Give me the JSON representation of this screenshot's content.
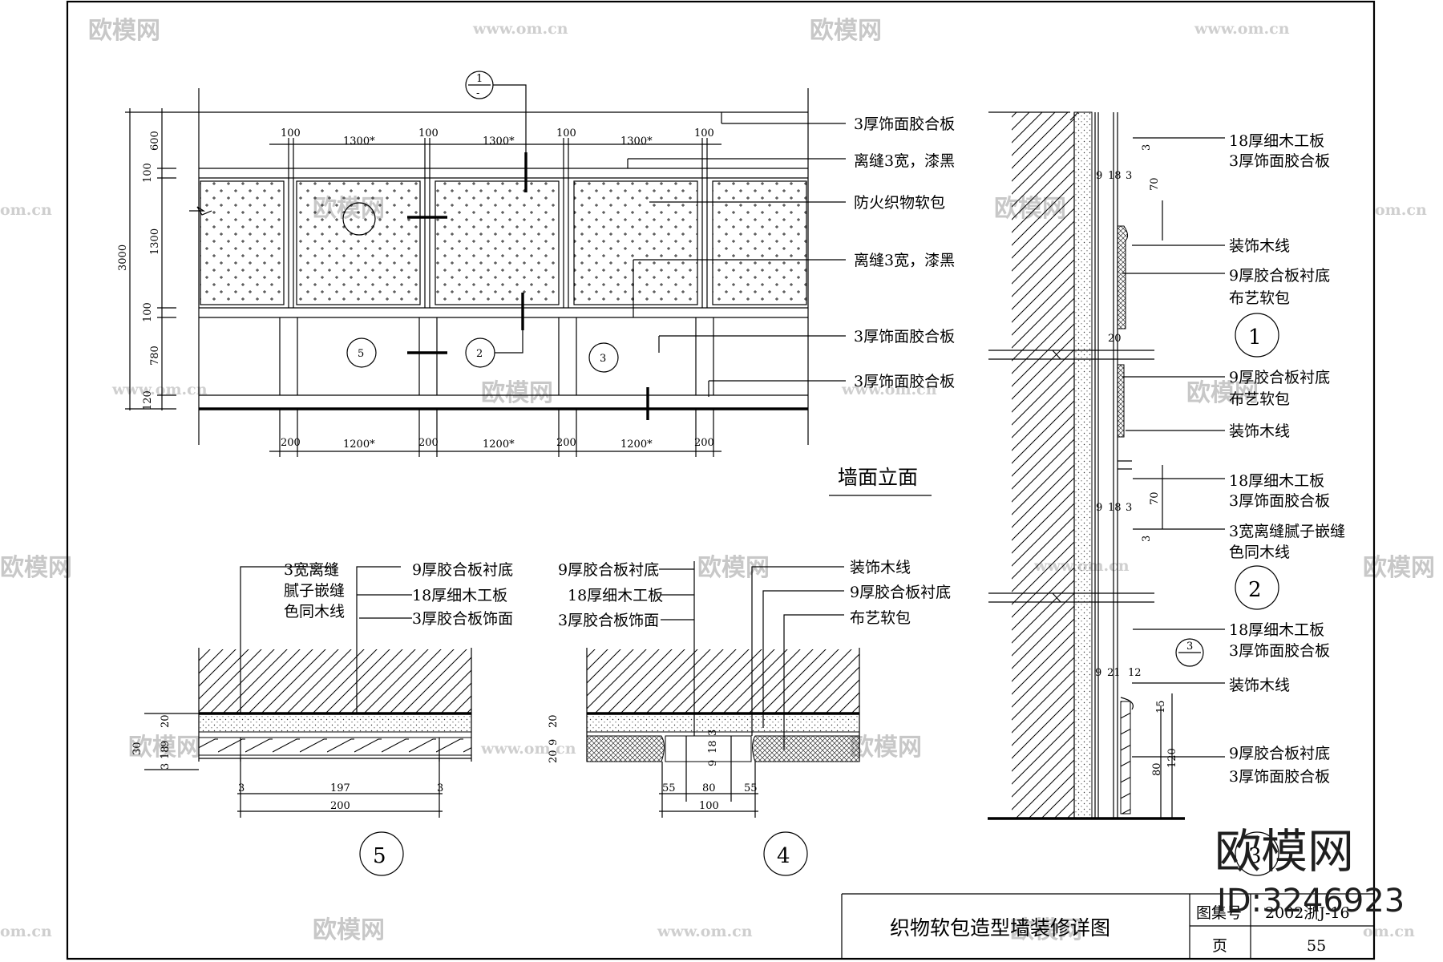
{
  "title_block": {
    "drawing_title": "织物软包造型墙装修详图",
    "atlas_label": "图集号",
    "atlas_value": "2002浙J-16",
    "page_label": "页",
    "page_value": "55"
  },
  "elevation": {
    "title": "墙面立面",
    "left_dims": [
      "3000",
      "600",
      "100",
      "1300",
      "100",
      "780",
      "120"
    ],
    "top_dims": [
      "100",
      "1300*",
      "100",
      "1300*",
      "100",
      "1300*",
      "100"
    ],
    "bottom_dims": [
      "200",
      "1200*",
      "200",
      "1200*",
      "200",
      "1200*",
      "200"
    ],
    "callouts": [
      "1",
      "5",
      "2",
      "3"
    ],
    "labels": [
      "3厚饰面胶合板",
      "离缝3宽，漆黑",
      "防火织物软包",
      "离缝3宽，漆黑",
      "3厚饰面胶合板",
      "3厚饰面胶合板"
    ]
  },
  "section_right": {
    "labels_1": [
      "18厚细木工板",
      "3厚饰面胶合板",
      "装饰木线",
      "9厚胶合板衬底",
      "布艺软包"
    ],
    "labels_2": [
      "9厚胶合板衬底",
      "布艺软包",
      "装饰木线",
      "18厚细木工板",
      "3厚饰面胶合板",
      "3宽离缝腻子嵌缝",
      "色同木线"
    ],
    "labels_3": [
      "18厚细木工板",
      "3厚饰面胶合板",
      "装饰木线",
      "9厚胶合板衬底",
      "3厚饰面胶合板"
    ],
    "dims": [
      "9",
      "18",
      "3",
      "70",
      "3",
      "20",
      "9",
      "18",
      "3",
      "70",
      "3",
      "9",
      "21",
      "12",
      "15",
      "120",
      "80"
    ],
    "markers": [
      "1",
      "2",
      "3"
    ],
    "small_callout": "3"
  },
  "detail5": {
    "labels": [
      "3宽离缝",
      "腻子嵌缝",
      "色同木线",
      "9厚胶合板衬底",
      "18厚细木工板",
      "3厚胶合板饰面"
    ],
    "dims": [
      "20",
      "30",
      "9",
      "18",
      "3",
      "3",
      "197",
      "3",
      "200"
    ],
    "marker": "5"
  },
  "detail4": {
    "labels": [
      "9厚胶合板衬底",
      "18厚细木工板",
      "3厚胶合板饰面",
      "装饰木线",
      "9厚胶合板衬底",
      "布艺软包"
    ],
    "dims": [
      "20",
      "9",
      "20",
      "3",
      "18",
      "9",
      "55",
      "80",
      "55",
      "100"
    ],
    "marker": "4"
  },
  "watermark": {
    "brand": "欧模网",
    "url": "www.om.cn",
    "url_short": "om.cn",
    "id": "ID:3246923"
  }
}
